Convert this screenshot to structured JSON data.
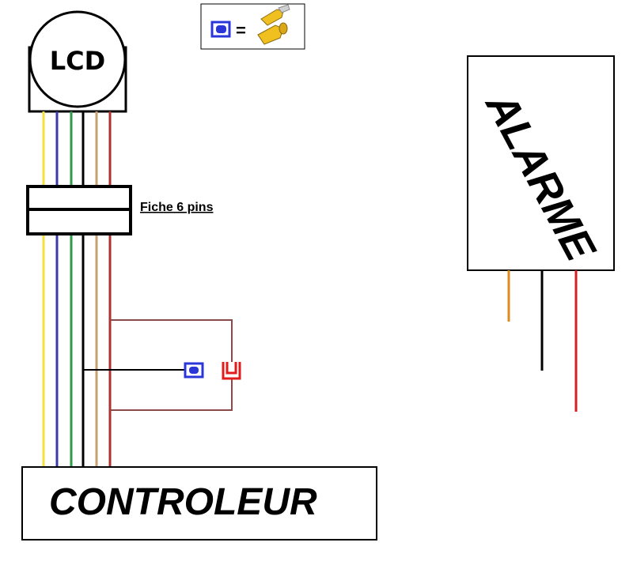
{
  "lcd": {
    "label": "LCD"
  },
  "plug": {
    "label": "Fiche 6 pins"
  },
  "controller": {
    "label": "CONTROLEUR"
  },
  "alarm": {
    "label": "ALARME"
  },
  "legend": {
    "equals": "="
  },
  "colors": {
    "yellow": "#f4e13a",
    "blue": "#3a3aa8",
    "green": "#2f9a4a",
    "black": "#000000",
    "tan": "#c8a070",
    "red": "#b03030",
    "brown": "#8b4a4a",
    "orange": "#e08a1e",
    "alarm_red": "#d42020",
    "connector_blue": "#2a36d8",
    "connector_red": "#e01c1c",
    "terminal_yellow": "#f0c020"
  },
  "lcd_wires": [
    "yellow",
    "blue",
    "green",
    "black",
    "tan",
    "red"
  ],
  "alarm_wires": [
    "orange",
    "black",
    "alarm_red"
  ]
}
